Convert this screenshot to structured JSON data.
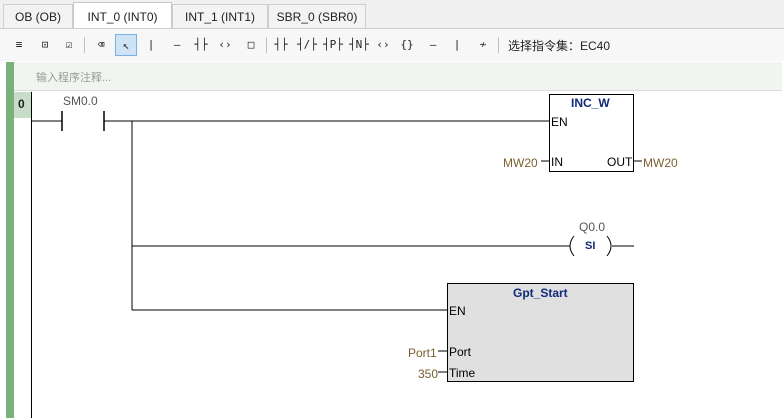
{
  "tabs": [
    {
      "label": "OB (OB)",
      "active": false
    },
    {
      "label": "INT_0 (INT0)",
      "active": true
    },
    {
      "label": "INT_1 (INT1)",
      "active": false
    },
    {
      "label": "SBR_0 (SBR0)",
      "active": false
    }
  ],
  "toolbar": {
    "instruction_set_label": "选择指令集：EC40",
    "icons": [
      "align-left-icon",
      "insert-element-icon",
      "checkbox-icon",
      "eraser-icon",
      "pointer-icon",
      "vertical-line-icon",
      "horizontal-line-icon",
      "contact-icon",
      "coil-icon",
      "box-icon",
      "no-contact-icon",
      "nc-contact-icon",
      "p-contact-icon",
      "n-contact-icon",
      "coil-output-icon",
      "box-output-icon",
      "horizontal-wire-icon",
      "vertical-wire-icon",
      "not-icon"
    ]
  },
  "editor": {
    "comment_placeholder": "输入程序注释...",
    "network_number": "0",
    "contact_address": "SM0.0",
    "inc_block": {
      "title": "INC_W",
      "en": "EN",
      "in": "IN",
      "out": "OUT",
      "in_operand": "MW20",
      "out_operand": "MW20"
    },
    "coil": {
      "address": "Q0.0",
      "label": "SI"
    },
    "gpt_block": {
      "title": "Gpt_Start",
      "en": "EN",
      "port": "Port",
      "time": "Time",
      "port_operand": "Port1",
      "time_operand": "350"
    }
  },
  "colors": {
    "title_blue": "#102a7a",
    "operand_brown": "#7a6030",
    "block_fill": "#e0e0e0",
    "rail_green": "#7ab07a"
  }
}
